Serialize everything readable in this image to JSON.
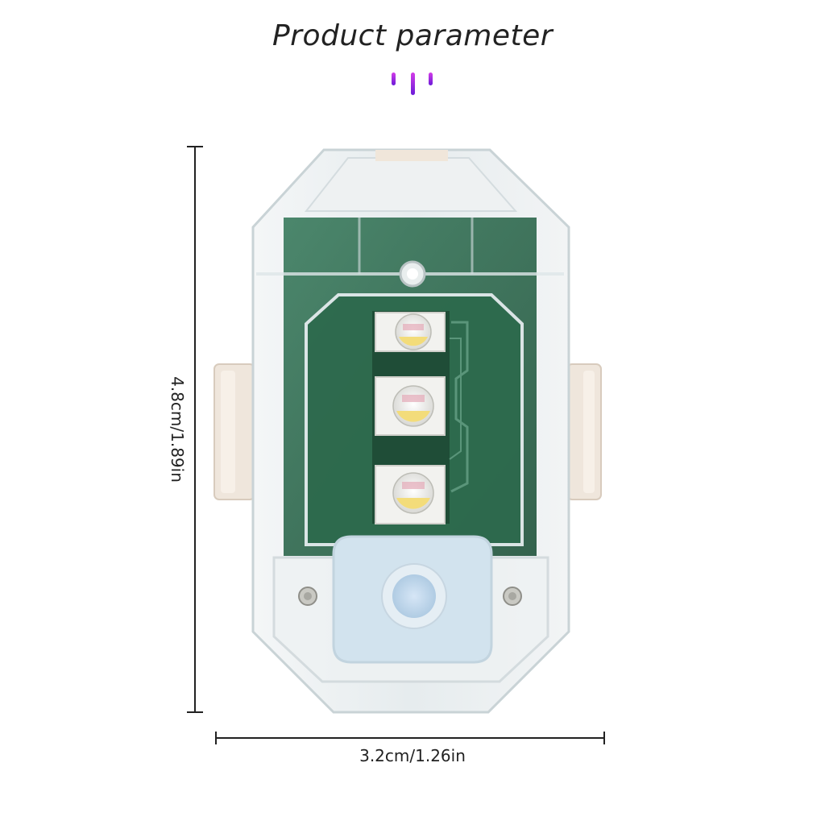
{
  "title": "Product parameter",
  "dimensions": {
    "height_label": "4.8cm/1.89in",
    "width_label": "3.2cm/1.26in"
  },
  "colors": {
    "accent": "#a020f0",
    "pcb_green": "#2f6b4f",
    "housing_clear": "#e8eef0",
    "button_blue": "#b8d4ec",
    "led_yellow": "#f3dc7a"
  }
}
